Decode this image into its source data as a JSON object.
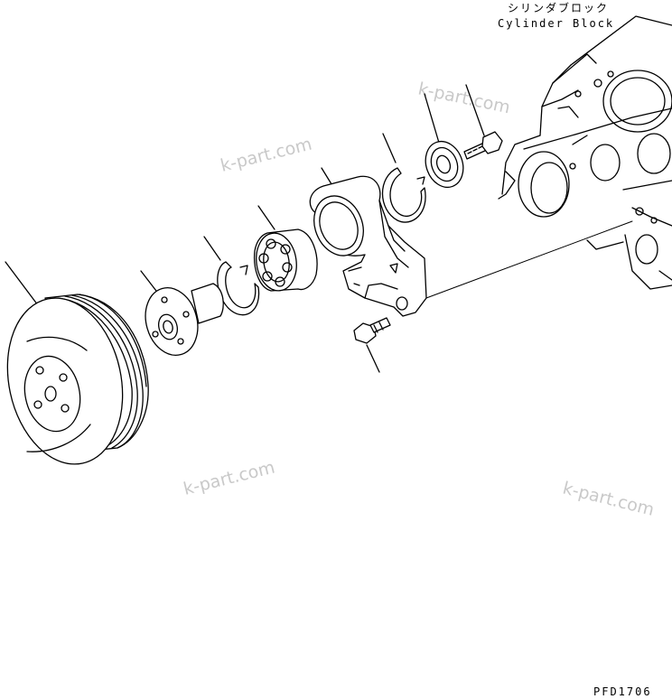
{
  "labels": {
    "block_jp": "シリンダブロック",
    "block_en": "Cylinder Block",
    "code": "PFD1706"
  },
  "watermark": "k-part.com"
}
